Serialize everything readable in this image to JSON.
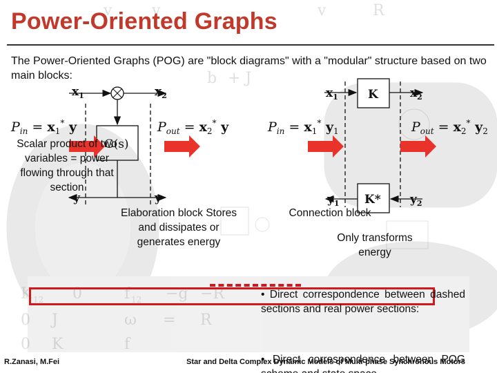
{
  "title": "Power-Oriented Graphs",
  "intro": "The Power-Oriented Graphs (POG) are \"block diagrams\" with a \"modular\" structure based on two main blocks:",
  "scalar_product_label": "Scalar product of two variables = power flowing through that section",
  "elaboration_label": "Elaboration block Stores and dissipates or generates energy",
  "connection_label": "Connection block",
  "connection_sub": "Only transforms energy",
  "bullet_1": "• Direct correspondence between dashed sections and real power sections:",
  "bullet_2": "• Direct correspondence between POG scheme and state space",
  "footer_left": "R.Zanasi, M.Fei",
  "footer_right": "Star and Delta Complex Dynamic Models of Multi-phase Synchronous Motors",
  "math": {
    "x1": "x",
    "x1_sub": "1",
    "x2": "x",
    "x2_sub": "2",
    "y": "y",
    "y1": "y",
    "y1_sub": "1",
    "y2": "y",
    "y2_sub": "2",
    "G_block": "G(s)",
    "K_block": "K",
    "Kstar_block": "K*",
    "p_in_left": "Pin = x1* y",
    "p_out_left": "Pout = x2* y",
    "p_in_right": "Pin = x1* y1",
    "p_out_right": "Pout = x2* y2"
  },
  "colors": {
    "title": "#c0392b",
    "arrow": "#e8322a",
    "highlight": "#d0191c"
  }
}
